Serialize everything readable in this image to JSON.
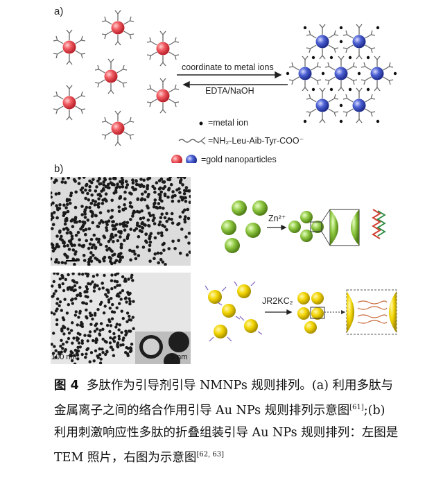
{
  "panel_a": {
    "label": "a)",
    "arrow_top": "coordinate to metal ions",
    "arrow_bottom": "EDTA/NaOH",
    "legend": {
      "metal_ion": "=metal ion",
      "peptide": "=NH₂-Leu-Aib-Tyr-COO⁻",
      "gold": "=gold nanoparticles"
    },
    "colors": {
      "red_np": "#e8424a",
      "blue_np": "#3a4fc2",
      "ligand": "#555555"
    }
  },
  "panel_b": {
    "label": "b)",
    "zn_label": "Zn²⁺",
    "jr_label": "JR2KC₂",
    "scale_main": "100 nm",
    "scale_inset": "5 nm",
    "colors": {
      "green_np": "#8cc63f",
      "yellow_np": "#f2d400"
    }
  },
  "caption": {
    "fig_label": "图 4",
    "text": "多肽作为引导剂引导 NMNPs 规则排列。(a) 利用多肽与金属离子之间的络合作用引导 Au NPs 规则排列示意图",
    "ref1": "[61]",
    "text2": ";(b) 利用刺激响应性多肽的折叠组装引导 Au NPs 规则排列：左图是 TEM 照片，右图为示意图",
    "ref2": "[62, 63]"
  }
}
